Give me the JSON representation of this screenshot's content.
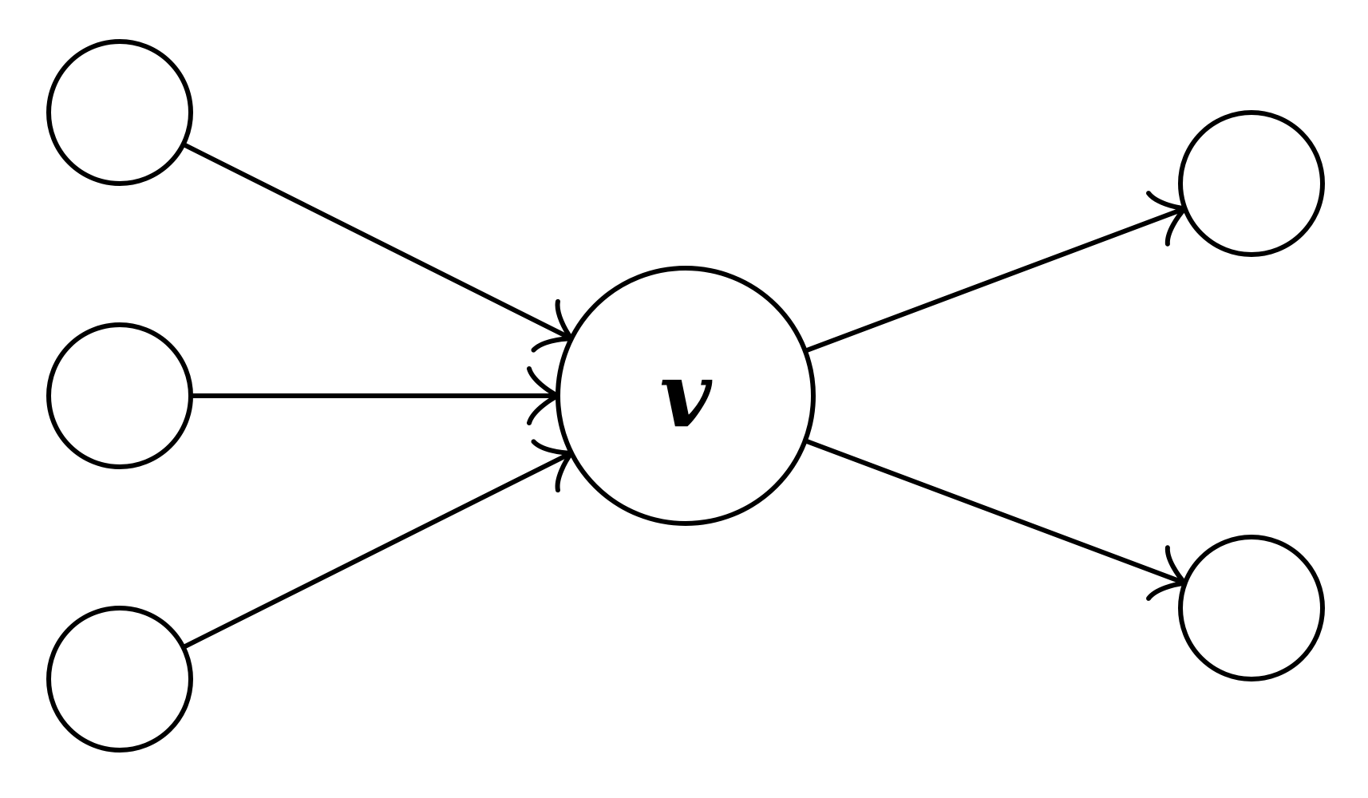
{
  "diagram": {
    "type": "directed-graph",
    "colors": {
      "stroke": "#000000",
      "fill": "#ffffff",
      "background": "#ffffff"
    },
    "nodes": [
      {
        "id": "in1",
        "label": ""
      },
      {
        "id": "in2",
        "label": ""
      },
      {
        "id": "in3",
        "label": ""
      },
      {
        "id": "center",
        "label": "v"
      },
      {
        "id": "out1",
        "label": ""
      },
      {
        "id": "out2",
        "label": ""
      }
    ],
    "edges": [
      {
        "from": "in1",
        "to": "center"
      },
      {
        "from": "in2",
        "to": "center"
      },
      {
        "from": "in3",
        "to": "center"
      },
      {
        "from": "center",
        "to": "out1"
      },
      {
        "from": "center",
        "to": "out2"
      }
    ]
  }
}
